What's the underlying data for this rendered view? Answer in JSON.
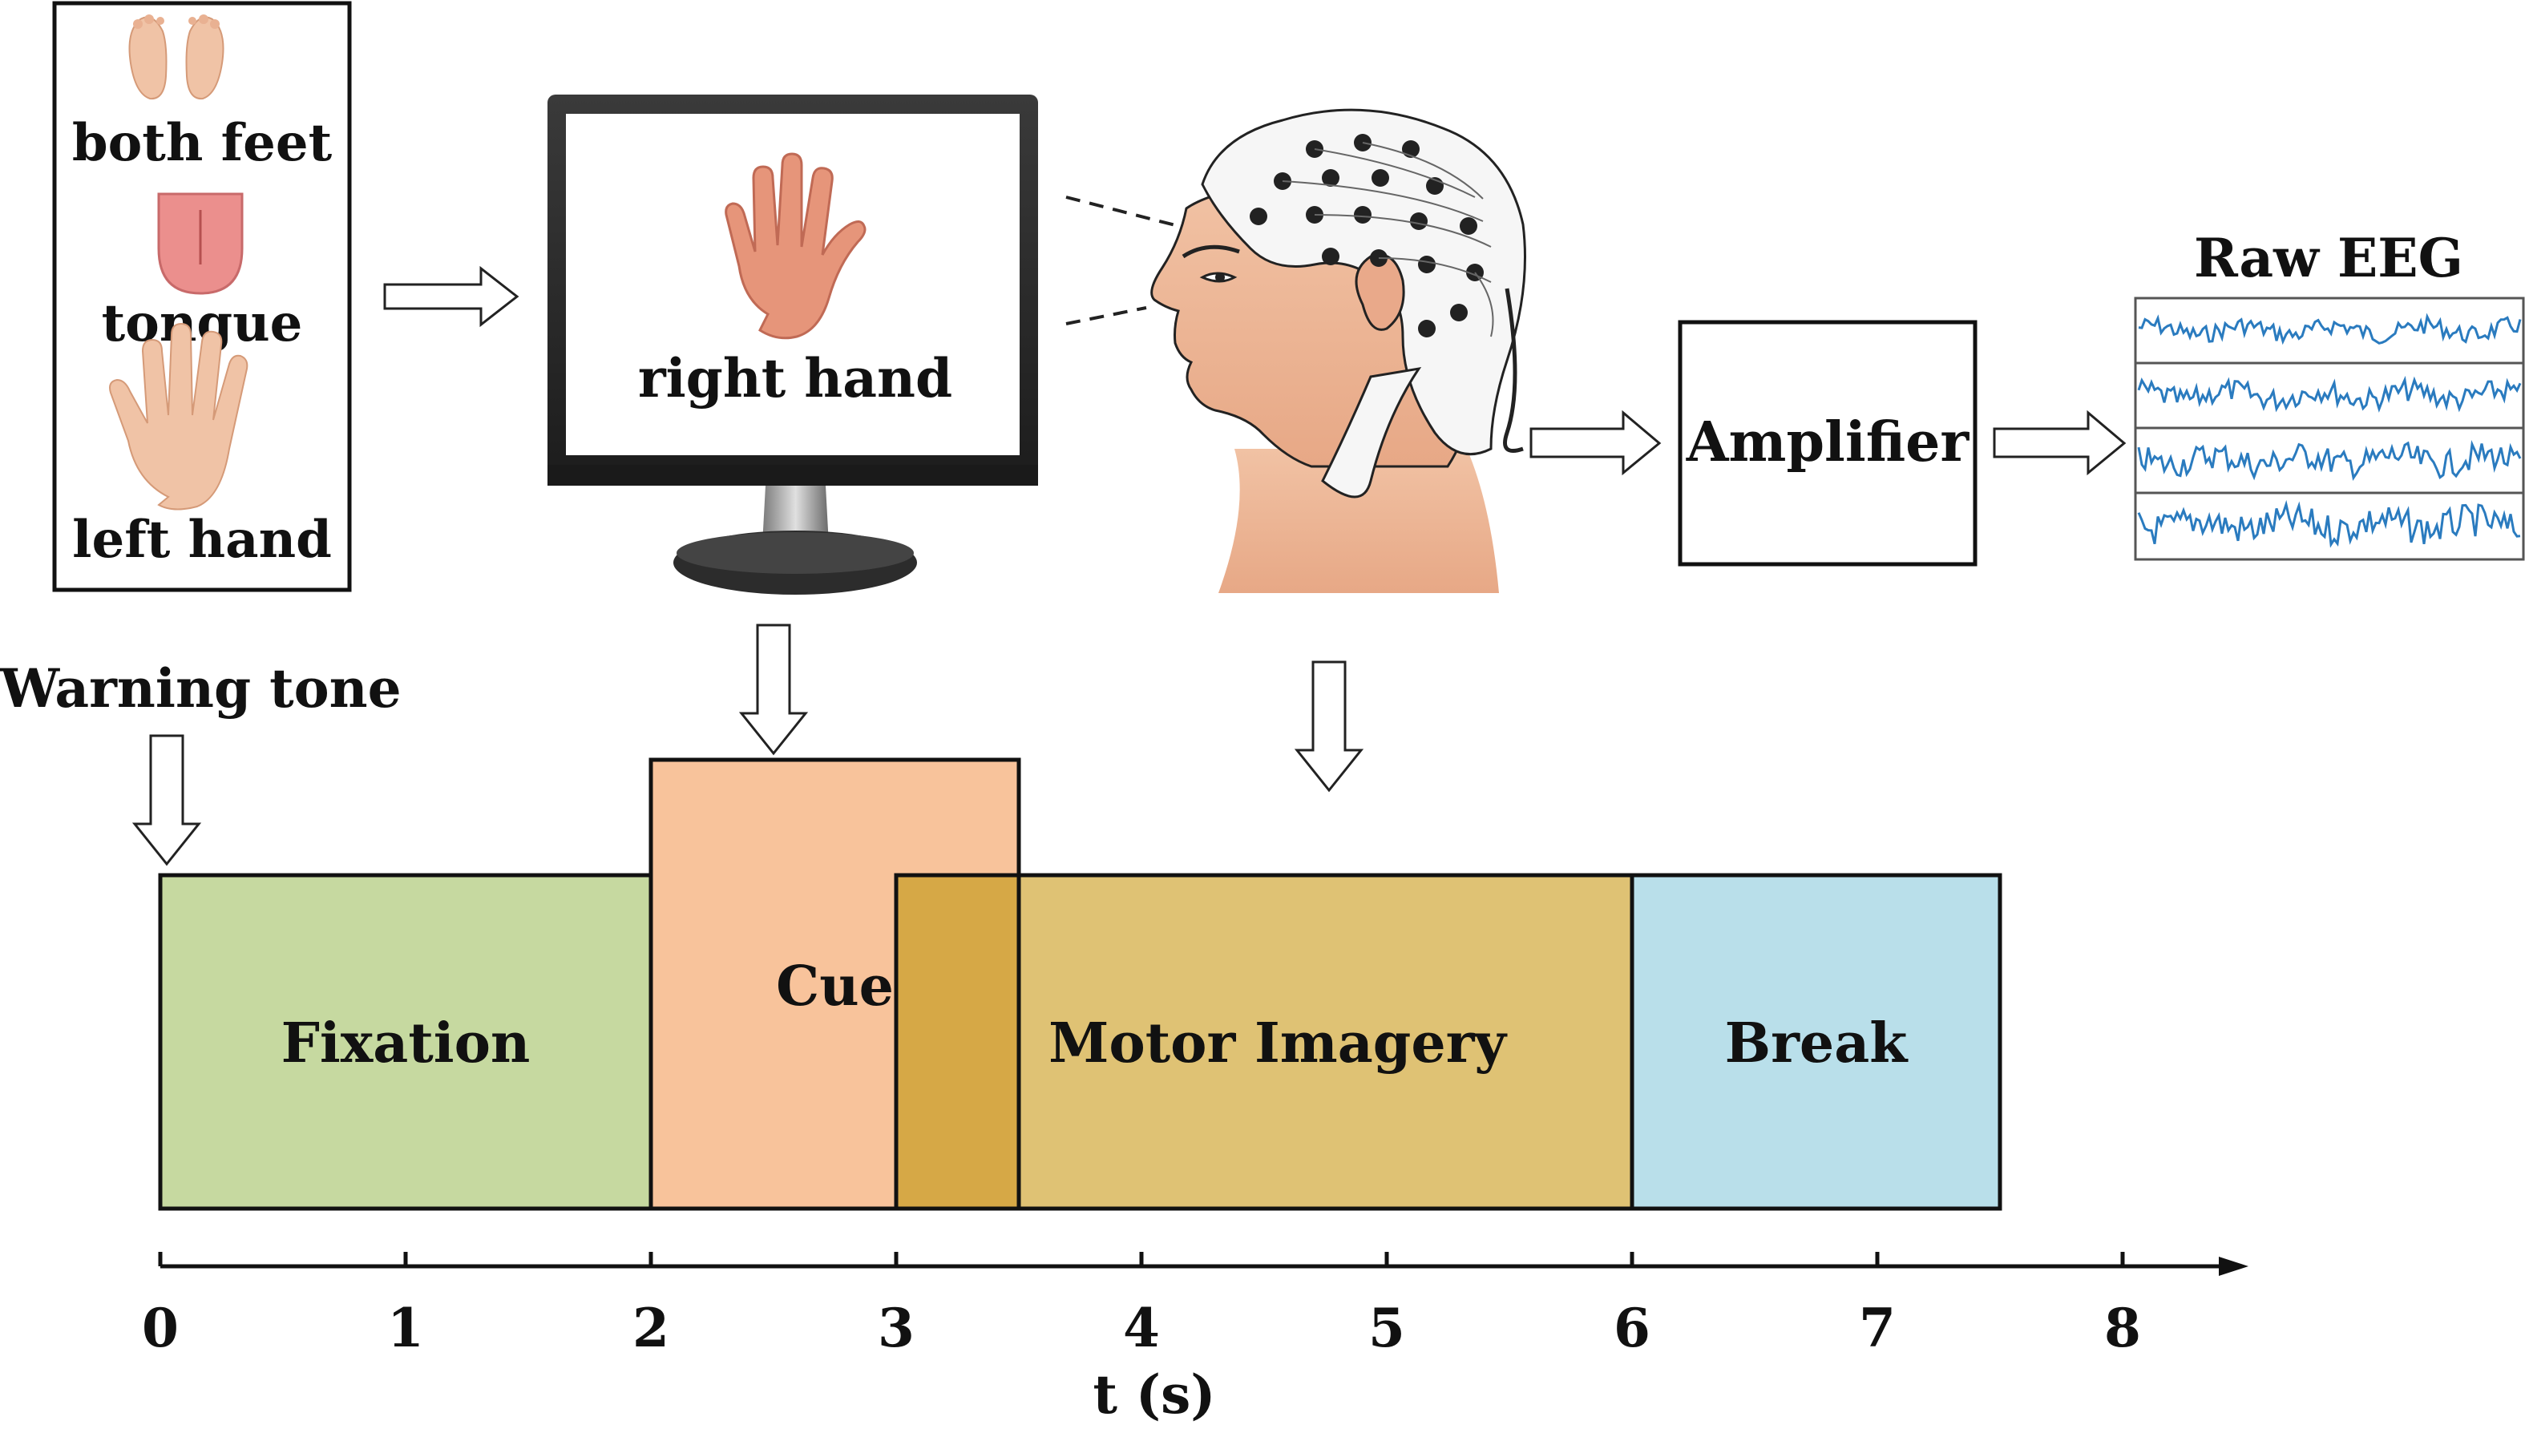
{
  "cue_panel": {
    "items": [
      {
        "label": "both feet",
        "icon": "feet-icon"
      },
      {
        "label": "tongue",
        "icon": "tongue-icon"
      },
      {
        "label": "left hand",
        "icon": "left-hand-icon"
      }
    ]
  },
  "monitor": {
    "label": "right hand",
    "icon": "right-hand-icon"
  },
  "head": {
    "icon": "eeg-cap-head-icon"
  },
  "amplifier": {
    "label": "Amplifier"
  },
  "raw_eeg": {
    "title": "Raw EEG",
    "channels": 4,
    "color": "#2a7bbf"
  },
  "warning": {
    "label": "Warning tone"
  },
  "timeline": {
    "axis_label": "t (s)",
    "ticks": [
      "0",
      "1",
      "2",
      "3",
      "4",
      "5",
      "6",
      "7",
      "8"
    ],
    "phases": [
      {
        "key": "fixation",
        "label": "Fixation",
        "start": 0,
        "end": 2,
        "color": "#c6d9a0"
      },
      {
        "key": "cue",
        "label": "Cue",
        "start": 2,
        "end": 3.5,
        "color": "#f8c39b"
      },
      {
        "key": "motor_imagery",
        "label": "Motor Imagery",
        "start": 3,
        "end": 6,
        "color": "#dfc274"
      },
      {
        "key": "break",
        "label": "Break",
        "start": 6,
        "end": 7.5,
        "color": "#b9dfea"
      }
    ],
    "overlap_color": "#d6a846"
  }
}
